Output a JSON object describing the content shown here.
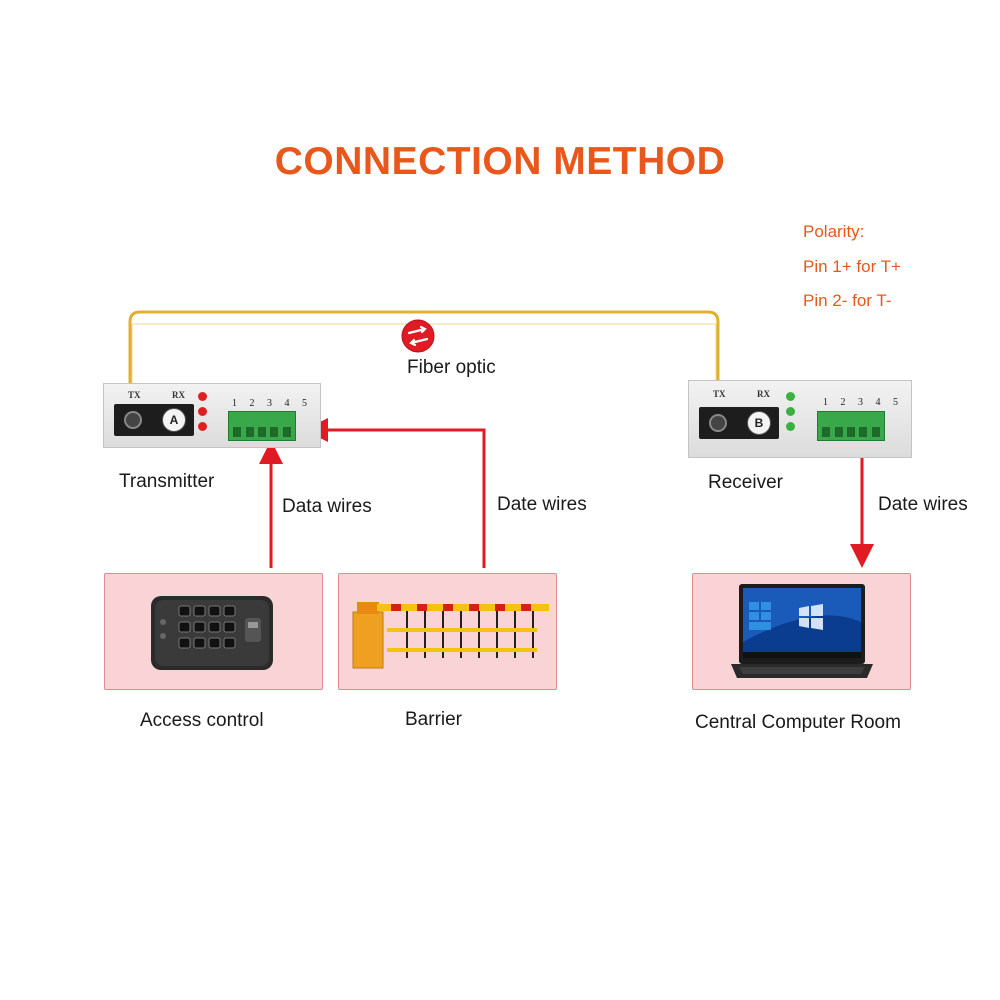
{
  "title": "CONNECTION METHOD",
  "polarity": {
    "heading": "Polarity:",
    "line1": "Pin 1+ for T+",
    "line2": "Pin 2- for T-"
  },
  "fiber": {
    "label": "Fiber optic"
  },
  "transmitter": {
    "label": "Transmitter",
    "port_tx": "TX",
    "port_rx": "RX",
    "badge": "A",
    "pins": "1 2 3 4 5",
    "led_color": "#e02020"
  },
  "receiver": {
    "label": "Receiver",
    "port_tx": "TX",
    "port_rx": "RX",
    "badge": "B",
    "pins": "1 2 3 4 5",
    "led_color": "#3cb043"
  },
  "wires": {
    "access": "Data wires",
    "barrier": "Date wires",
    "computer": "Date wires"
  },
  "devices": {
    "access": "Access control",
    "barrier": "Barrier",
    "computer": "Central Computer Room"
  },
  "colors": {
    "accent": "#e8581c",
    "arrow": "#e01b24",
    "fiber": "#e0b030"
  }
}
